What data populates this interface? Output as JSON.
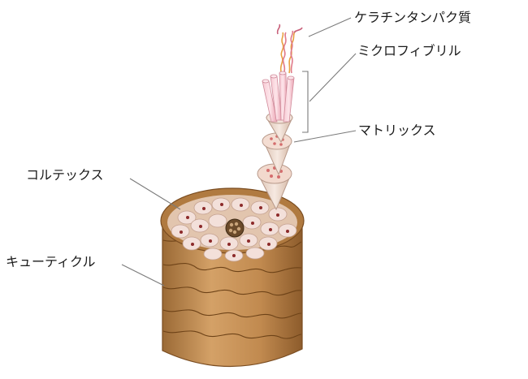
{
  "labels": {
    "keratin": "ケラチンタンパク質",
    "microfibril": "ミクロフィブリル",
    "matrix": "マトリックス",
    "cortex": "コルテックス",
    "cuticle": "キューティクル"
  },
  "colors": {
    "cuticle": "#c9955a",
    "cuticle_dark": "#8a5a2b",
    "cortex_cell": "#f1ddd8",
    "cortex_fill": "#d9b9a6",
    "nucleus": "#8c2a2a",
    "matrix_cone": "#f0dfd6",
    "microfibril": "#f4b8c4",
    "keratin_pink": "#e07a8a",
    "keratin_orange": "#e8a040",
    "leader_line": "#777777"
  }
}
